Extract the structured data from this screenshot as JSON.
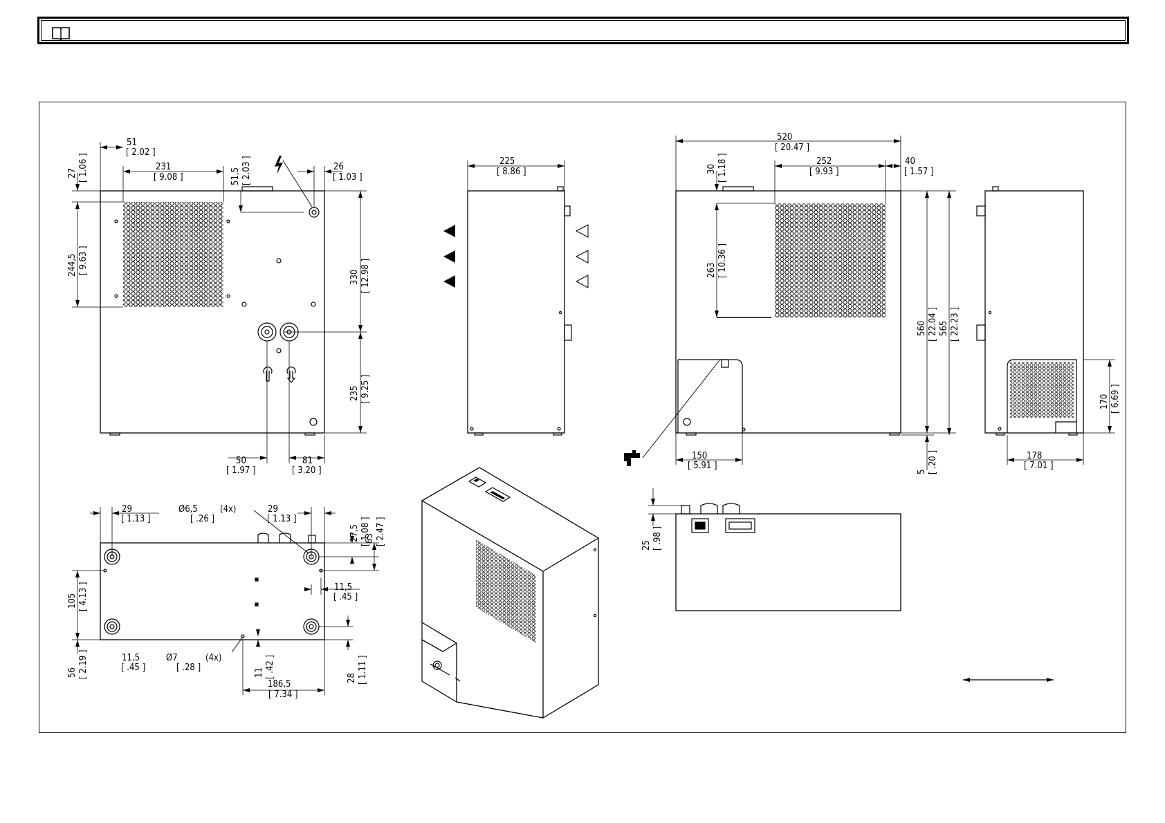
{
  "header": {
    "icon": "book-icon"
  },
  "front": {
    "d51": "51",
    "d51i": "[ 2.02 ]",
    "d27": "27",
    "d27i": "[ 1.06 ]",
    "d231": "231",
    "d231i": "[ 9.08 ]",
    "d51_5": "51,5",
    "d51_5i": "[ 2.03 ]",
    "d26": "26",
    "d26i": "[ 1.03 ]",
    "d244": "244,5",
    "d244i": "[ 9.63 ]",
    "d330": "330",
    "d330i": "[ 12.98 ]",
    "d235": "235",
    "d235i": "[ 9.25 ]",
    "d50": "50",
    "d50i": "[ 1.97 ]",
    "d81": "81",
    "d81i": "[ 3.20 ]"
  },
  "side": {
    "d225": "225",
    "d225i": "[ 8.86 ]"
  },
  "right": {
    "d520": "520",
    "d520i": "[ 20.47 ]",
    "d30": "30",
    "d30i": "[ 1.18 ]",
    "d252": "252",
    "d252i": "[ 9.93 ]",
    "d40": "40",
    "d40i": "[ 1.57 ]",
    "d263": "263",
    "d263i": "[ 10.36 ]",
    "d560": "560",
    "d560i": "[ 22.04 ]",
    "d565": "565",
    "d565i": "[ 22.23 ]",
    "d150": "150",
    "d150i": "[ 5.91 ]",
    "d5": "5",
    "d5i": "[ .20 ]"
  },
  "end": {
    "d170": "170",
    "d170i": "[ 6.69 ]",
    "d178": "178",
    "d178i": "[ 7.01 ]"
  },
  "bottom": {
    "d29a": "29",
    "d29ai": "[ 1.13 ]",
    "d65": "Ø6,5",
    "d65n": "(4x)",
    "d65i": "[ .26 ]",
    "d29b": "29",
    "d29bi": "[ 1.13 ]",
    "d27_5": "27,5",
    "d27_5i": "[ 1.08 ]",
    "d63": "63",
    "d63i": "[ 2.47 ]",
    "d105": "105",
    "d105i": "[ 4.13 ]",
    "d11_5r": "11,5",
    "d11_5ri": "[ .45 ]",
    "d56": "56",
    "d56i": "[ 2.19 ]",
    "d11_5": "11,5",
    "d11_5i": "[ .45 ]",
    "d7": "Ø7",
    "d7n": "(4x)",
    "d7i": "[ .28 ]",
    "d11": "11",
    "d11i": "[ .42 ]",
    "d186": "186,5",
    "d186i": "[ 7.34 ]",
    "d28": "28",
    "d28i": "[ 1.11 ]"
  },
  "top": {
    "d25": "25",
    "d25i": "[ .98 ]"
  }
}
